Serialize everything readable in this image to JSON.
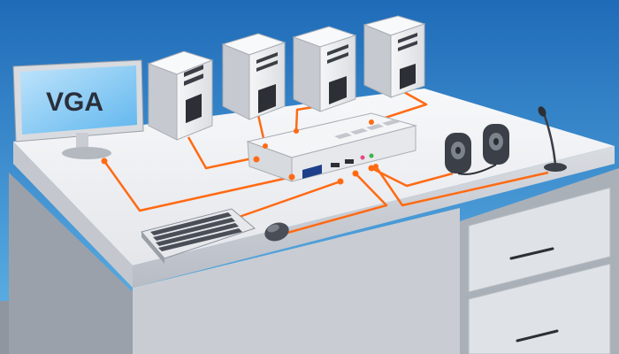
{
  "monitor": {
    "label": "VGA"
  },
  "computers": [
    {
      "id": "pc-1"
    },
    {
      "id": "pc-2"
    },
    {
      "id": "pc-3"
    },
    {
      "id": "pc-4"
    }
  ],
  "peripherals": [
    "monitor",
    "keyboard",
    "mouse",
    "speakers",
    "microphone"
  ],
  "colors": {
    "background_top": "#1f6bb8",
    "background_bottom": "#5aaee4",
    "cable": "#ff6a13",
    "desk_top": "#f2f3f5",
    "desk_side": "#c8ccd2",
    "device_body": "#e9eaec",
    "device_dark": "#2c2f35"
  }
}
